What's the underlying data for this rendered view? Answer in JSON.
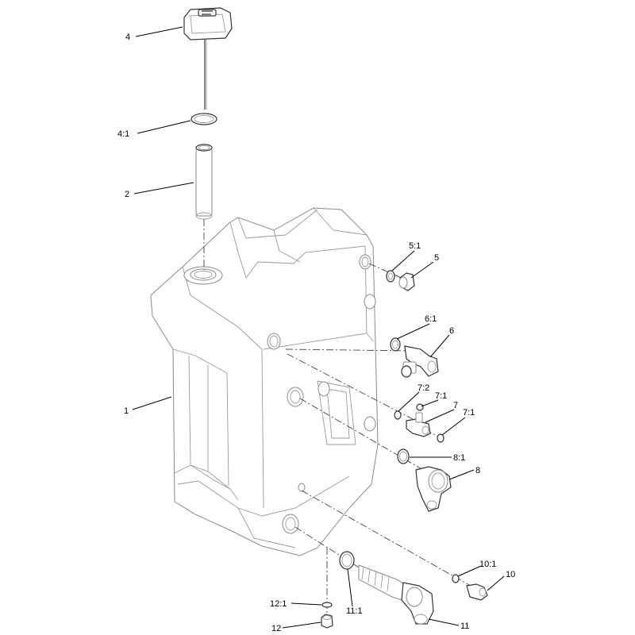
{
  "callouts": {
    "c1": "1",
    "c2": "2",
    "c4": "4",
    "c4_1": "4:1",
    "c5": "5",
    "c5_1": "5:1",
    "c6": "6",
    "c6_1": "6:1",
    "c7": "7",
    "c7_1a": "7:1",
    "c7_1b": "7:1",
    "c7_2": "7:2",
    "c8": "8",
    "c8_1": "8:1",
    "c10": "10",
    "c10_1": "10:1",
    "c11": "11",
    "c11_1": "11:1",
    "c12": "12",
    "c12_1": "12:1"
  }
}
